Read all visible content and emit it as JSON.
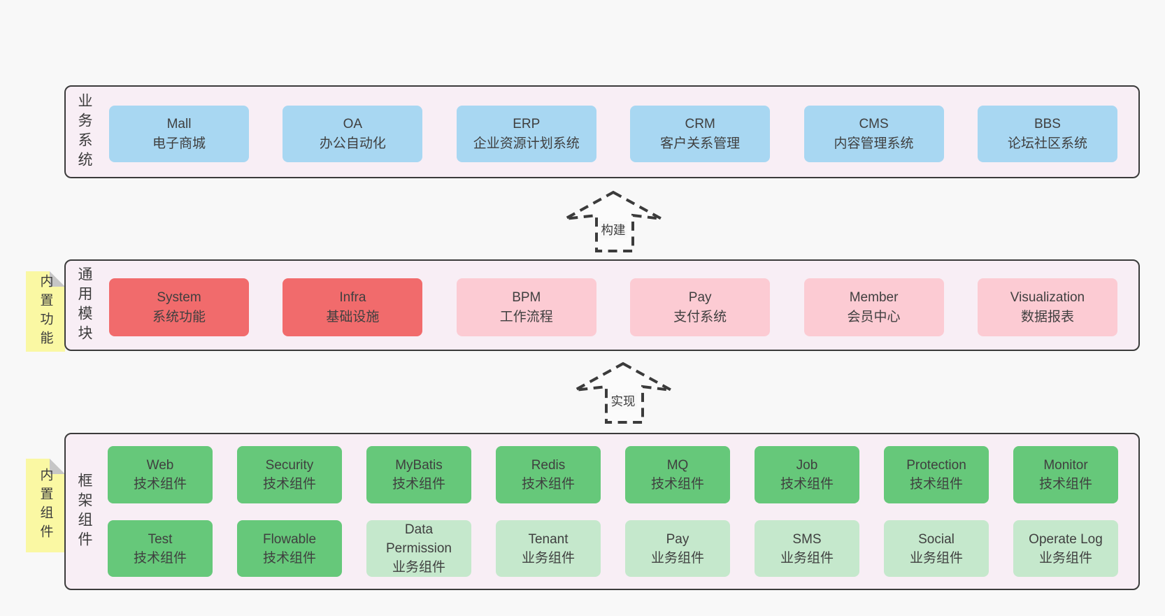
{
  "colors": {
    "page_bg": "#f8f8f8",
    "panel_bg": "#f8eef5",
    "panel_border": "#3b3b3b",
    "ink": "#3c3c3c",
    "blue": "#a8d7f2",
    "red": "#f16b6c",
    "pink": "#fccbd3",
    "green": "#66c87a",
    "green_light": "#c5e8cc",
    "yellow": "#faf8a3",
    "fold": "#c6c6c6"
  },
  "business_panel": {
    "side_label": "业务系统",
    "items": [
      {
        "name": "Mall",
        "desc": "电子商城",
        "variant": "blue"
      },
      {
        "name": "OA",
        "desc": "办公自动化",
        "variant": "blue"
      },
      {
        "name": "ERP",
        "desc": "企业资源计划系统",
        "variant": "blue"
      },
      {
        "name": "CRM",
        "desc": "客户关系管理",
        "variant": "blue"
      },
      {
        "name": "CMS",
        "desc": "内容管理系统",
        "variant": "blue"
      },
      {
        "name": "BBS",
        "desc": "论坛社区系统",
        "variant": "blue"
      }
    ]
  },
  "arrow_build": {
    "label": "构建"
  },
  "module_panel": {
    "sticky_label": "内置功能",
    "side_label": "通用模块",
    "items": [
      {
        "name": "System",
        "desc": "系统功能",
        "variant": "red"
      },
      {
        "name": "Infra",
        "desc": "基础设施",
        "variant": "red"
      },
      {
        "name": "BPM",
        "desc": "工作流程",
        "variant": "pink"
      },
      {
        "name": "Pay",
        "desc": "支付系统",
        "variant": "pink"
      },
      {
        "name": "Member",
        "desc": "会员中心",
        "variant": "pink"
      },
      {
        "name": "Visualization",
        "desc": "数据报表",
        "variant": "pink"
      }
    ]
  },
  "arrow_implement": {
    "label": "实现"
  },
  "component_panel": {
    "sticky_label": "内置组件",
    "side_label": "框架组件",
    "row1": [
      {
        "name": "Web",
        "desc": "技术组件",
        "variant": "green"
      },
      {
        "name": "Security",
        "desc": "技术组件",
        "variant": "green"
      },
      {
        "name": "MyBatis",
        "desc": "技术组件",
        "variant": "green"
      },
      {
        "name": "Redis",
        "desc": "技术组件",
        "variant": "green"
      },
      {
        "name": "MQ",
        "desc": "技术组件",
        "variant": "green"
      },
      {
        "name": "Job",
        "desc": "技术组件",
        "variant": "green"
      },
      {
        "name": "Protection",
        "desc": "技术组件",
        "variant": "green"
      },
      {
        "name": "Monitor",
        "desc": "技术组件",
        "variant": "green"
      }
    ],
    "row2": [
      {
        "name": "Test",
        "desc": "技术组件",
        "variant": "green"
      },
      {
        "name": "Flowable",
        "desc": "技术组件",
        "variant": "green"
      },
      {
        "name": "Data Permission",
        "desc": "业务组件",
        "variant": "green-light"
      },
      {
        "name": "Tenant",
        "desc": "业务组件",
        "variant": "green-light"
      },
      {
        "name": "Pay",
        "desc": "业务组件",
        "variant": "green-light"
      },
      {
        "name": "SMS",
        "desc": "业务组件",
        "variant": "green-light"
      },
      {
        "name": "Social",
        "desc": "业务组件",
        "variant": "green-light"
      },
      {
        "name": "Operate Log",
        "desc": "业务组件",
        "variant": "green-light"
      }
    ]
  }
}
